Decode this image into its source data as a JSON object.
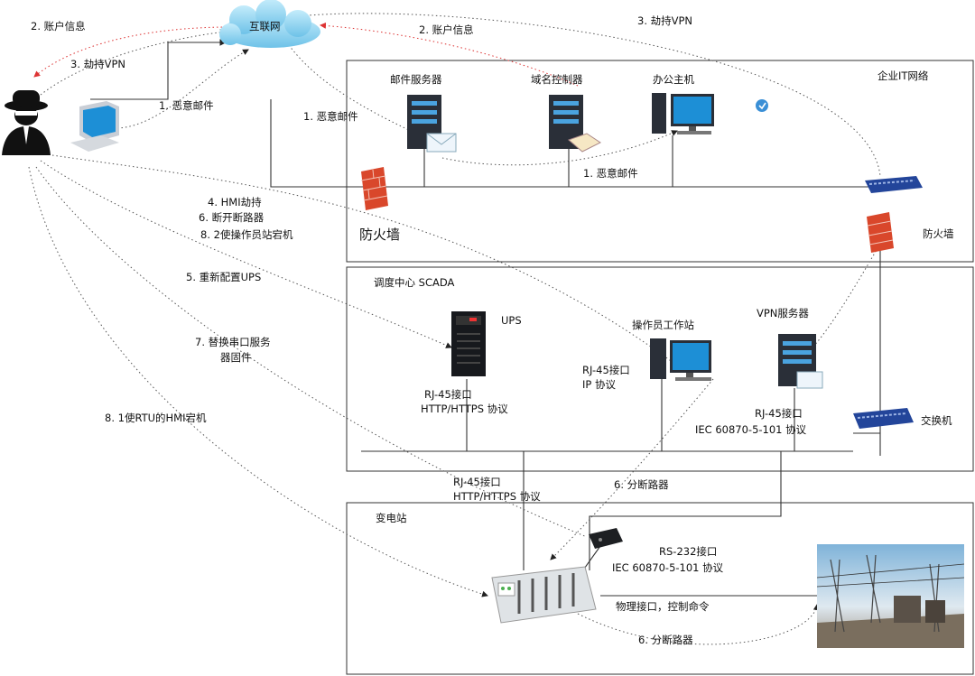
{
  "zones": {
    "it": "企业IT网络",
    "scada": "调度中心 SCADA",
    "substation": "变电站"
  },
  "nodes": {
    "internet": "互联网",
    "mail_server": "邮件服务器",
    "domain_controller": "域名控制器",
    "office_pc": "办公主机",
    "firewall_left": "防火墙",
    "firewall_right": "防火墙",
    "ups": "UPS",
    "operator_ws": "操作员工作站",
    "vpn_server": "VPN服务器",
    "switch": "交换机"
  },
  "labels": {
    "account_info_left": "2. 账户信息",
    "hijack_vpn_left": "3. 劫持VPN",
    "malmail_pc": "1. 恶意邮件",
    "account_info_mid": "2. 账户信息",
    "hijack_vpn_top": "3. 劫持VPN",
    "malmail_mail": "1. 恶意邮件",
    "malmail_bottom": "1. 恶意邮件",
    "hmi_hijack": "4. HMI劫持",
    "open_breaker": "6. 断开断路器",
    "crash_op": "8. 2使操作员站宕机",
    "reconfig_ups": "5. 重新配置UPS",
    "replace_fw_1": "7. 替换串口服务",
    "replace_fw_2": "器固件",
    "rtu_hmi_crash": "8. 1使RTU的HMI宕机",
    "ups_port": "RJ-45接口",
    "ups_proto": "HTTP/HTTPS 协议",
    "op_port": "RJ-45接口",
    "op_proto": "IP 协议",
    "vpn_port": "RJ-45接口",
    "vpn_proto": "IEC 60870-5-101 协议",
    "sub_port": "RJ-45接口",
    "sub_proto": "HTTP/HTTPS 协议",
    "breaker_mid": "6. 分断路器",
    "rs232_port": "RS-232接口",
    "rs232_proto": "IEC 60870-5-101 协议",
    "phys_ctrl": "物理接口，控制命令",
    "breaker_bottom": "6. 分断路器"
  },
  "icons": [
    "hacker-icon",
    "cloud-icon",
    "pc-icon",
    "server-icon",
    "firewall-icon",
    "router-icon",
    "ups-icon",
    "rtu-icon",
    "serial-server-icon",
    "substation-photo"
  ],
  "colors": {
    "cloud": "#8fd0ee",
    "firewall": "#d9472b",
    "screen": "#1d8fd6",
    "server": "#2a2f38",
    "red_link": "#d33"
  }
}
